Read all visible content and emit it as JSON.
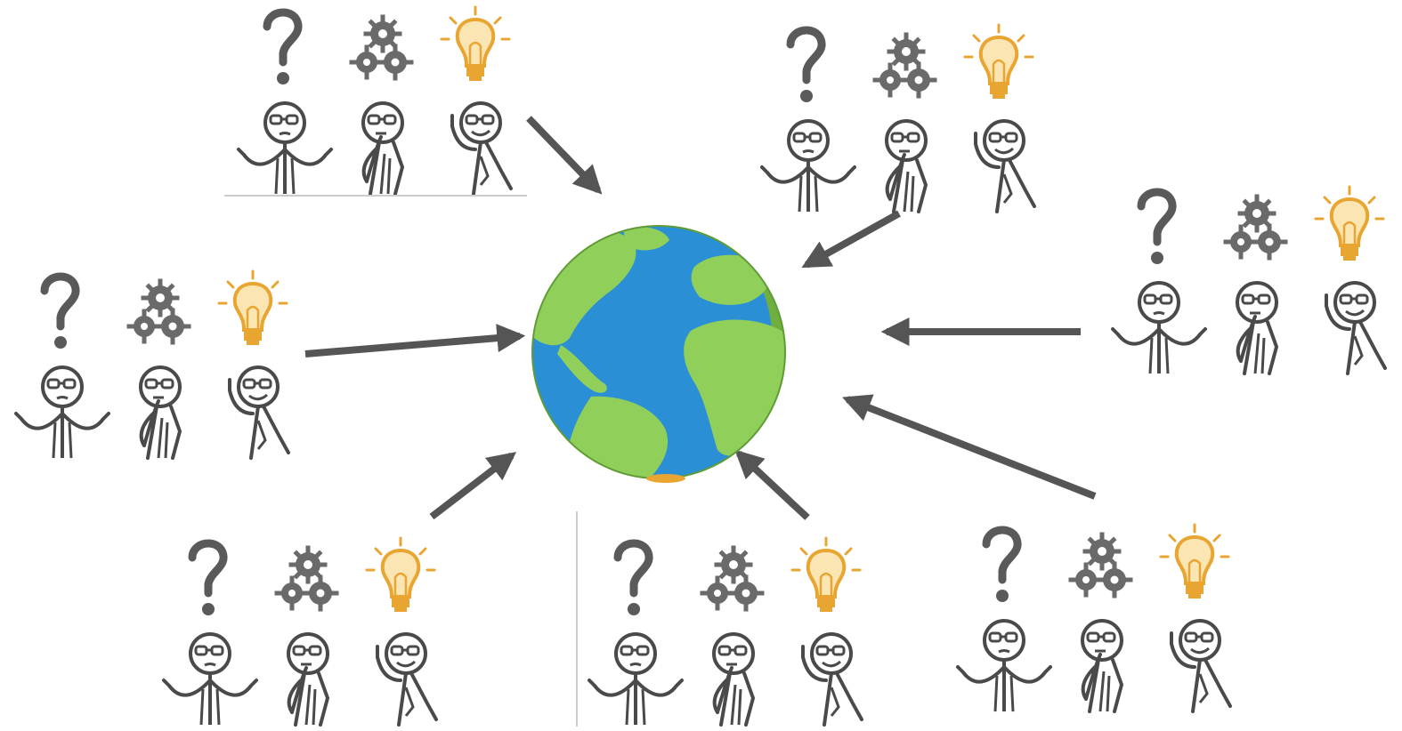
{
  "diagram": {
    "center": {
      "icon": "globe-icon"
    },
    "groups": [
      {
        "id": "top-left",
        "figures": [
          "question-mark-icon",
          "gears-icon",
          "lightbulb-icon"
        ]
      },
      {
        "id": "top-right",
        "figures": [
          "question-mark-icon",
          "gears-icon",
          "lightbulb-icon"
        ]
      },
      {
        "id": "middle-left",
        "figures": [
          "question-mark-icon",
          "gears-icon",
          "lightbulb-icon"
        ]
      },
      {
        "id": "middle-right",
        "figures": [
          "question-mark-icon",
          "gears-icon",
          "lightbulb-icon"
        ]
      },
      {
        "id": "bottom-left",
        "figures": [
          "question-mark-icon",
          "gears-icon",
          "lightbulb-icon"
        ]
      },
      {
        "id": "bottom-center",
        "figures": [
          "question-mark-icon",
          "gears-icon",
          "lightbulb-icon"
        ]
      },
      {
        "id": "bottom-right",
        "figures": [
          "question-mark-icon",
          "gears-icon",
          "lightbulb-icon"
        ]
      }
    ],
    "arrows": [
      {
        "from": "top-left",
        "to": "globe"
      },
      {
        "from": "top-right",
        "to": "globe"
      },
      {
        "from": "middle-left",
        "to": "globe"
      },
      {
        "from": "middle-right",
        "to": "globe"
      },
      {
        "from": "bottom-left",
        "to": "globe"
      },
      {
        "from": "bottom-center",
        "to": "globe"
      },
      {
        "from": "bottom-right",
        "to": "globe"
      }
    ],
    "colors": {
      "stroke": "#4a4a4a",
      "arrow": "#555555",
      "bulb": "#e9a531",
      "ocean": "#2b8fd6",
      "land": "#8fcf5a",
      "land_shade": "#6fae3f"
    }
  }
}
